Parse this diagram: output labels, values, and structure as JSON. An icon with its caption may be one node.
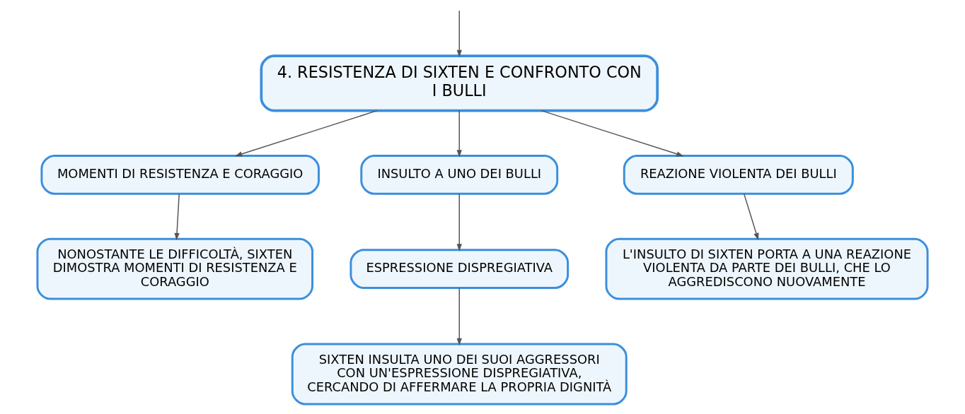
{
  "diagram": {
    "nodes": [
      {
        "text": [
          "4. RESISTENZA DI SIXTEN E CONFRONTO CON I BULLI"
        ]
      },
      {
        "text": [
          "MOMENTI DI RESISTENZA E CORAGGIO"
        ]
      },
      {
        "text": [
          "INSULTO A UNO DEI BULLI"
        ]
      },
      {
        "text": [
          "REAZIONE VIOLENTA DEI BULLI"
        ]
      },
      {
        "text": [
          "NONOSTANTE LE DIFFICOLTÀ, SIXTEN DIMOSTRA MOMENTI DI RESISTENZA E CORAGGIO"
        ]
      },
      {
        "text": [
          "ESPRESSIONE DISPREGIATIVA"
        ]
      },
      {
        "text": [
          "SIXTEN INSULTA UNO DEI SUOI AGGRESSORI CON UN'ESPRESSIONE DISPREGIATIVA, CERCANDO DI AFFERMARE LA PROPRIA DIGNITÀ"
        ]
      },
      {
        "text": [
          "L'INSULTO DI SIXTEN PORTA A UNA REAZIONE VIOLENTA DA PARTE DEI BULLI, CHE LO AGGREDISCONO NUOVAMENTE"
        ]
      }
    ],
    "edges": [
      {
        "from": null,
        "to": 0,
        "arrow": "to"
      },
      {
        "from": 0,
        "to": 1,
        "arrow": "to"
      },
      {
        "from": 0,
        "to": 2,
        "arrow": "to"
      },
      {
        "from": 0,
        "to": 3,
        "arrow": "to"
      },
      {
        "from": 1,
        "to": 4,
        "arrow": "to"
      },
      {
        "from": 2,
        "to": 5,
        "arrow": "to"
      },
      {
        "from": 5,
        "to": 6,
        "arrow": "to"
      },
      {
        "from": 3,
        "to": 7,
        "arrow": "to"
      }
    ]
  }
}
